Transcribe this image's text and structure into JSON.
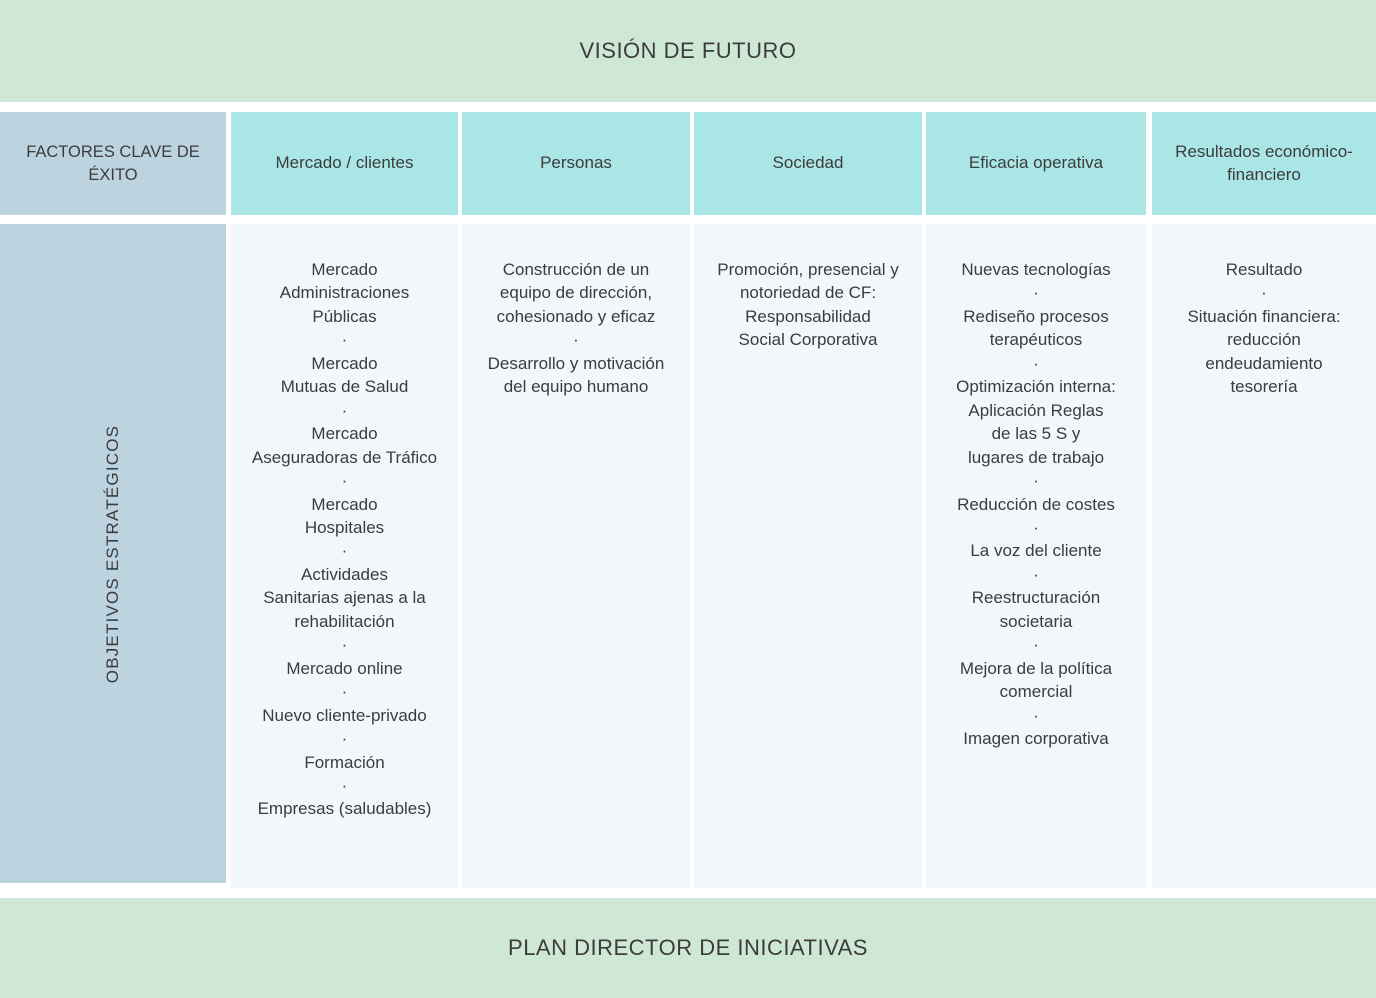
{
  "top_banner": {
    "title": "VISIÓN DE FUTURO"
  },
  "bottom_banner": {
    "title": "PLAN DIRECTOR DE INICIATIVAS"
  },
  "row_labels": {
    "key_factors": "FACTORES CLAVE DE ÉXITO",
    "objectives": "OBJETIVOS  ESTRATÉGICOS"
  },
  "separator": "·",
  "colors": {
    "banner_green": "#cfe8d5",
    "header_cyan": "#abe6e6",
    "label_blue": "#bcd3e0",
    "content_bg": "#f2f7fc",
    "text": "#3c3c3c"
  },
  "columns": [
    {
      "header": "Mercado / clientes",
      "items": [
        "Mercado\nAdministraciones\nPúblicas",
        "Mercado\nMutuas de Salud",
        "Mercado\nAseguradoras de Tráfico",
        "Mercado\nHospitales",
        "Actividades\nSanitarias ajenas a la\nrehabilitación",
        "Mercado online",
        "Nuevo cliente-privado",
        "Formación",
        "Empresas (saludables)"
      ]
    },
    {
      "header": "Personas",
      "items": [
        "Construcción de un\nequipo de dirección,\ncohesionado y eficaz",
        "Desarrollo y motivación\ndel equipo humano"
      ]
    },
    {
      "header": "Sociedad",
      "items": [
        "Promoción, presencial y\nnotoriedad de CF:\nResponsabilidad\nSocial Corporativa"
      ]
    },
    {
      "header": "Eficacia operativa",
      "items": [
        "Nuevas tecnologías",
        "Rediseño procesos\nterapéuticos",
        "Optimización interna:\nAplicación Reglas\nde las 5 S y\nlugares de trabajo",
        "Reducción de costes",
        "La voz del cliente",
        "Reestructuración\nsocietaria",
        "Mejora de la política\ncomercial",
        "Imagen corporativa"
      ]
    },
    {
      "header": "Resultados\neconómico-financiero",
      "items": [
        "Resultado",
        "Situación financiera:\nreducción\nendeudamiento\ntesorería"
      ]
    }
  ]
}
